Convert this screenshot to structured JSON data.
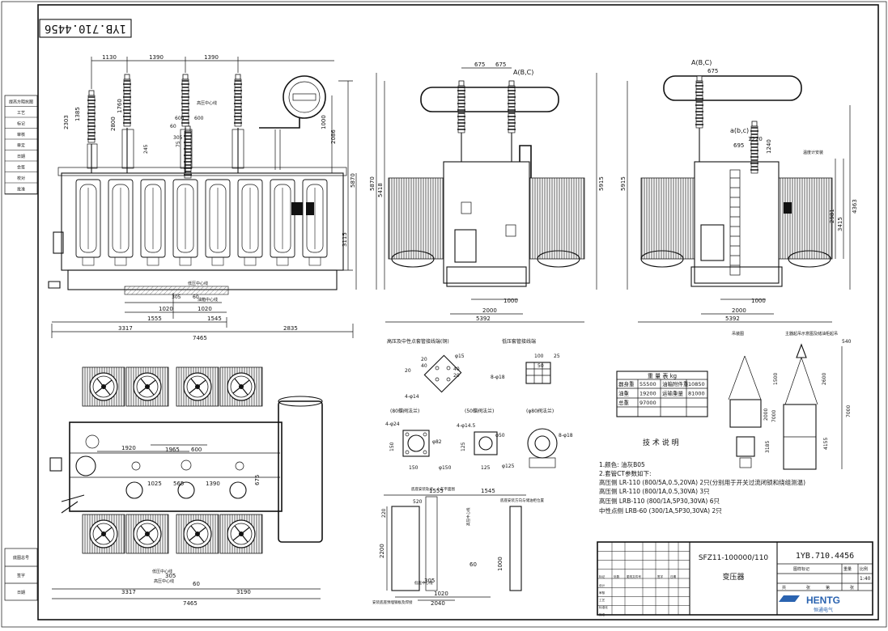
{
  "drawing_number": "1YB.710.4456",
  "left_strip_labels": [
    "提高方阻抗图",
    "工艺",
    "标记",
    "审核",
    "审定",
    "日期",
    "会签",
    "校对",
    "批准"
  ],
  "left_bottom_labels": [
    "底图总号",
    "签字",
    "日期"
  ],
  "front_view": {
    "top_dims": [
      "1130",
      "1390",
      "1390"
    ],
    "vertical_dims": [
      "2303",
      "1385",
      "1760",
      "2800",
      "2086",
      "1000",
      "3115",
      "5870"
    ],
    "mid_dims": [
      "600",
      "600",
      "60",
      "305",
      "75",
      "245"
    ],
    "callouts": [
      "高压中心线",
      "低压中心线",
      "油箱中心线"
    ],
    "bottom_dims": [
      "305",
      "60",
      "1020",
      "1020",
      "1555",
      "1545",
      "3317",
      "2835",
      "7465"
    ]
  },
  "side_view_1": {
    "phase_label": "A(B,C)",
    "top_dims": [
      "675",
      "675"
    ],
    "vertical_dims": [
      "5870",
      "5418",
      "5915"
    ],
    "bottom_dims": [
      "1000",
      "2000",
      "5392"
    ]
  },
  "side_view_2": {
    "phase_label": "A(B,C)",
    "sub_label": "a(b,c)",
    "top_dims": [
      "675",
      "695",
      "1220"
    ],
    "vertical_dims": [
      "5915",
      "2981",
      "3415",
      "4363",
      "1240"
    ],
    "bottom_dims": [
      "1000",
      "2000",
      "5392"
    ],
    "callout": "温度计安装"
  },
  "plan_view": {
    "dims": [
      "1920",
      "1965",
      "600",
      "1025",
      "565",
      "1390",
      "675",
      "305",
      "60",
      "3317",
      "3190",
      "7465"
    ],
    "callouts": [
      "低压中心线",
      "高压中心线"
    ]
  },
  "terminal_details": {
    "hv_title": "高压及中性点套管接线端(铜)",
    "hv_dims": [
      "20",
      "40",
      "20",
      "40",
      "20",
      "φ15",
      "4-φ14"
    ],
    "lv_title": "低压套管接线端",
    "lv_dims": [
      "100",
      "25",
      "50",
      "8-φ18"
    ],
    "flange_80_title": "(80蝶阀法兰)",
    "flange_80_dims": [
      "4-φ24",
      "φ82",
      "150",
      "150",
      "φ150"
    ],
    "flange_50_title": "(50蝶阀法兰)",
    "flange_50_dims": [
      "4-φ14.5",
      "φ50",
      "125",
      "125",
      "φ125"
    ],
    "flange_phi80_title": "(φ80阀法兰)",
    "flange_phi80_dims": [
      "8-φ18"
    ]
  },
  "base_detail": {
    "title": "底座安装轨迹、小车平面图",
    "dims": [
      "1555",
      "1545",
      "220",
      "520",
      "2200",
      "60",
      "305",
      "1020",
      "2040",
      "1000"
    ],
    "notes": [
      "安装底座预埋钢板及焊接",
      "底座安装方向与储油柜位置",
      "高压中心线",
      "低压中心线"
    ]
  },
  "weight_table": {
    "title": "重 量 表 kg",
    "rows": [
      [
        "器身重",
        "55500",
        "油箱附件重",
        "10850"
      ],
      [
        "油重",
        "19200",
        "运输重量",
        "81000"
      ],
      [
        "总重",
        "97000",
        "",
        ""
      ]
    ]
  },
  "lift_diagrams": {
    "title1": "吊装图",
    "title2": "主器起吊示意图及储油柜起吊",
    "dims_left": [
      "1500",
      "2000",
      "7000",
      "3185"
    ],
    "dims_right": [
      "540",
      "2600",
      "7000",
      "4155"
    ]
  },
  "technical_notes": {
    "title": "技 术 说 明",
    "lines": [
      "1.颜色: 油灰B05",
      "2.套管CT参数如下:",
      "高压侧 LR-110 (800/5A,0.5,20VA) 2只(分别用于开关过流闭锁和绕组测温)",
      "高压侧 LR-110 (800/1A,0.5,30VA) 3只",
      "高压侧 LRB-110 (800/1A,5P30,30VA) 6只",
      "中性点侧 LRB-60 (300/1A,5P30,30VA) 2只"
    ]
  },
  "title_block": {
    "model": "SFZ11-100000/110",
    "name": "变压器",
    "number": "1YB.710.4456",
    "scale": "1:40",
    "company_logo": "HENTG",
    "company_cn": "恒通电气",
    "headers": [
      "图样标记",
      "重量",
      "比例"
    ],
    "sheet_labels": [
      "共",
      "张",
      "第",
      "张"
    ],
    "signature_labels": [
      "标记",
      "处数",
      "更改文件号",
      "签字",
      "日期",
      "设计",
      "审核",
      "工艺",
      "标准化",
      "批准"
    ]
  }
}
